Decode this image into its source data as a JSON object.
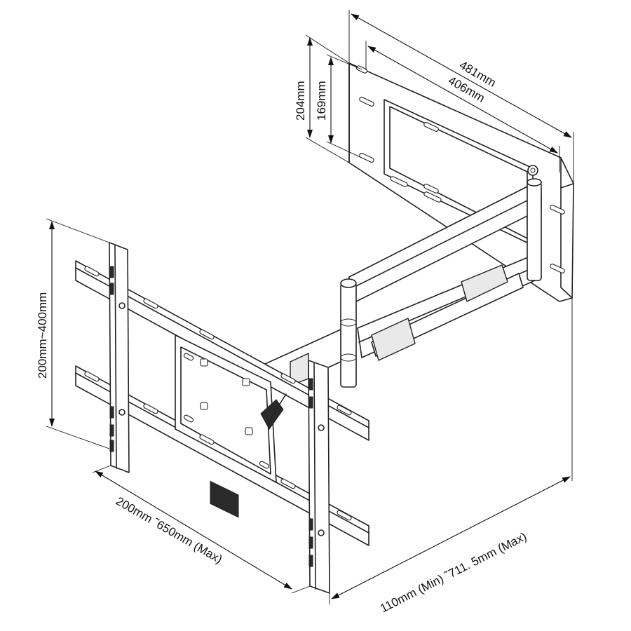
{
  "dimensions": {
    "wall_plate_width": "481mm",
    "wall_plate_hole_width": "406mm",
    "wall_plate_height": "204mm",
    "wall_plate_hole_height": "169mm",
    "vesa_vertical": "200mm~400mm",
    "vesa_horizontal": "200mm ˜650mm (Max)",
    "extension": "110mm (Min) ˜711. 5mm (Max)"
  }
}
